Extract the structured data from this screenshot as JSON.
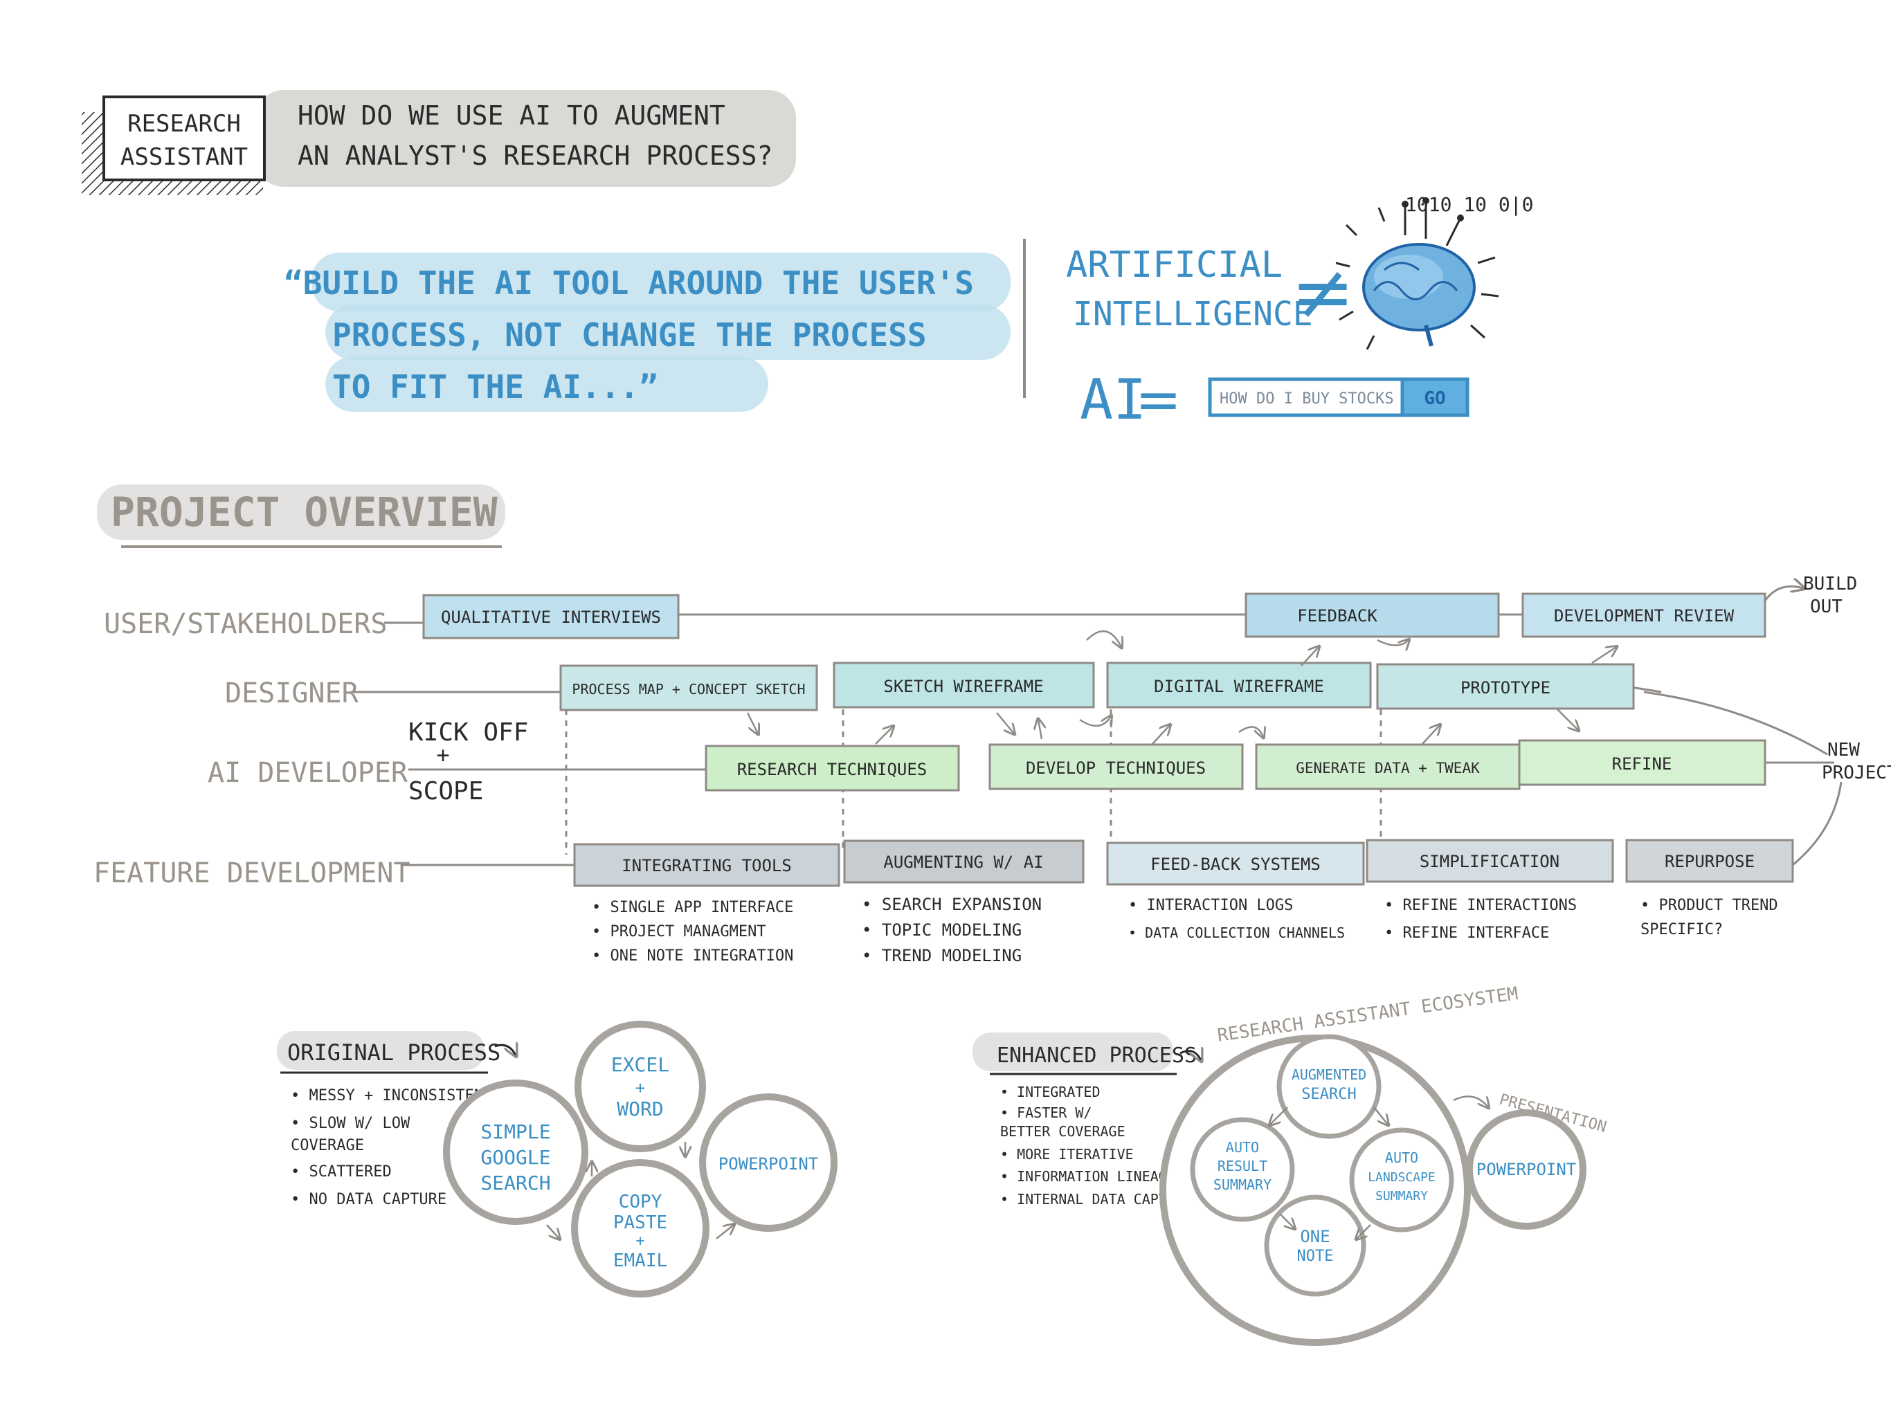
{
  "header": {
    "badge_line1": "RESEARCH",
    "badge_line2": "ASSISTANT",
    "question_line1": "HOW DO WE USE AI TO AUGMENT",
    "question_line2": "AN ANALYST'S RESEARCH PROCESS?"
  },
  "quote": {
    "line1": "“BUILD THE AI TOOL AROUND THE USER'S",
    "line2": "PROCESS, NOT CHANGE THE PROCESS",
    "line3": "TO FIT THE AI...”"
  },
  "ai_definition": {
    "line1": "ARTIFICIAL",
    "line2": "INTELLIGENCE",
    "not_equal": "≠",
    "binary": "1010 10 0|0",
    "ai_label": "AI",
    "equals": "=",
    "search_text": "HOW DO I BUY STOCKS",
    "go_label": "GO"
  },
  "overview": {
    "title": "PROJECT OVERVIEW",
    "kickoff_line1": "KICK OFF",
    "kickoff_plus": "+",
    "kickoff_line2": "SCOPE",
    "build_out_line1": "BUILD",
    "build_out_line2": "OUT",
    "new_project_line1": "NEW",
    "new_project_line2": "PROJECT",
    "lanes": [
      {
        "label": "USER/STAKEHOLDERS",
        "boxes": [
          "QUALITATIVE INTERVIEWS",
          "FEEDBACK",
          "DEVELOPMENT REVIEW"
        ]
      },
      {
        "label": "DESIGNER",
        "boxes": [
          "PROCESS MAP + CONCEPT SKETCH",
          "SKETCH WIREFRAME",
          "DIGITAL WIREFRAME",
          "PROTOTYPE"
        ]
      },
      {
        "label": "AI DEVELOPER",
        "boxes": [
          "RESEARCH TECHNIQUES",
          "DEVELOP TECHNIQUES",
          "GENERATE DATA + TWEAK",
          "REFINE"
        ]
      },
      {
        "label": "FEATURE DEVELOPMENT",
        "boxes": [
          "INTEGRATING TOOLS",
          "AUGMENTING W/ AI",
          "FEED-BACK SYSTEMS",
          "SIMPLIFICATION",
          "REPURPOSE"
        ]
      }
    ],
    "feature_notes": [
      [
        "• SINGLE APP INTERFACE",
        "• PROJECT MANAGMENT",
        "• ONE NOTE INTEGRATION"
      ],
      [
        "• SEARCH EXPANSION",
        "• TOPIC MODELING",
        "• TREND MODELING"
      ],
      [
        "• INTERACTION LOGS",
        "• DATA COLLECTION CHANNELS"
      ],
      [
        "• REFINE   INTERACTIONS",
        "• REFINE   INTERFACE"
      ],
      [
        "• PRODUCT TREND",
        "  SPECIFIC?"
      ]
    ]
  },
  "original": {
    "title": "ORIGINAL PROCESS",
    "notes": [
      "• MESSY + INCONSISTENT",
      "• SLOW W/ LOW",
      "  COVERAGE",
      "• SCATTERED",
      "• NO DATA CAPTURE"
    ],
    "circles": {
      "google": [
        "SIMPLE",
        "GOOGLE",
        "SEARCH"
      ],
      "excel": [
        "EXCEL",
        "+",
        "WORD"
      ],
      "copy": [
        "COPY",
        "PASTE",
        "+",
        "EMAIL"
      ],
      "ppt": [
        "POWERPOINT"
      ]
    }
  },
  "enhanced": {
    "title": "ENHANCED PROCESS",
    "notes": [
      "• INTEGRATED",
      "• FASTER W/",
      "  BETTER COVERAGE",
      "• MORE ITERATIVE",
      "• INFORMATION LINEAGE",
      "• INTERNAL DATA CAPTURE"
    ],
    "ecosystem_label": "RESEARCH ASSISTANT ECOSYSTEM",
    "presentation_label": "PRESENTATION",
    "circles": {
      "augmented": [
        "AUGMENTED",
        "SEARCH"
      ],
      "auto_result": [
        "AUTO",
        "RESULT",
        "SUMMARY"
      ],
      "auto_landscape": [
        "AUTO",
        "LANDSCAPE",
        "SUMMARY"
      ],
      "one_note": [
        "ONE",
        "NOTE"
      ],
      "ppt": [
        "POWERPOINT"
      ]
    }
  },
  "colors": {
    "ink": "#2a2a2a",
    "grey_label": "#9a948c",
    "blue_text": "#3b8fc4",
    "blue_fill": "#bfe0ee",
    "green_fill": "#cdeec8",
    "grey_fill": "#c9cccd",
    "box_stroke": "#8f8a85"
  }
}
